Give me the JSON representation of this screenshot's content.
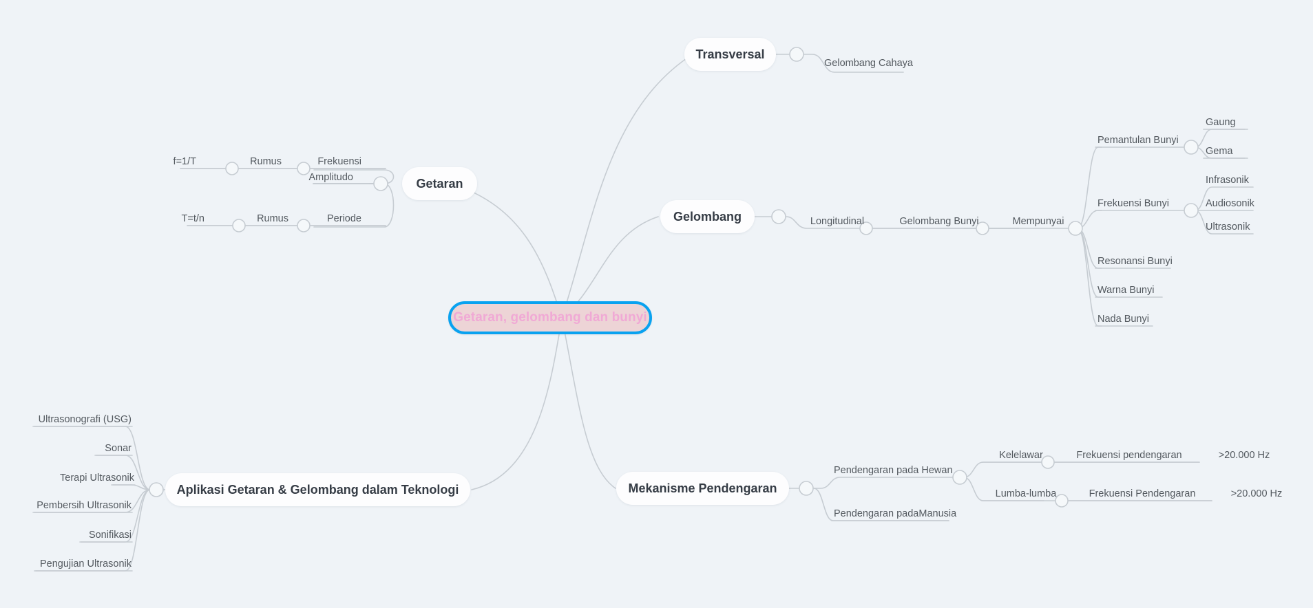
{
  "app": {
    "kind": "mind-map",
    "background_color": "#eff3f7",
    "node_fill": "#fdfdfe",
    "node_text_color": "#353c45",
    "leaf_text_color": "#53595f",
    "link_color": "#c6ccd2",
    "selection_color": "#09a2f0",
    "root_fill": "#edd4d6",
    "root_text_color": "#f0a9d5"
  },
  "root": {
    "label": "Getaran, gelombang dan bunyi",
    "selected": true
  },
  "branches": {
    "transversal": {
      "label": "Transversal",
      "children": [
        {
          "label": "Gelombang Cahaya"
        }
      ]
    },
    "getaran": {
      "label": "Getaran",
      "children": [
        {
          "label": "Frekuensi",
          "children": [
            {
              "label": "Rumus",
              "children": [
                {
                  "label": "f=1/T"
                }
              ]
            }
          ]
        },
        {
          "label": "Amplitudo"
        },
        {
          "label": "Periode",
          "children": [
            {
              "label": "Rumus",
              "children": [
                {
                  "label": "T=t/n"
                }
              ]
            }
          ]
        }
      ]
    },
    "gelombang": {
      "label": "Gelombang",
      "children": [
        {
          "label": "Longitudinal",
          "children": [
            {
              "label": "Gelombang Bunyi",
              "children": [
                {
                  "label": "Mempunyai",
                  "children": [
                    {
                      "label": "Pemantulan Bunyi",
                      "children": [
                        {
                          "label": "Gaung"
                        },
                        {
                          "label": "Gema"
                        }
                      ]
                    },
                    {
                      "label": "Frekuensi Bunyi",
                      "children": [
                        {
                          "label": "Infrasonik"
                        },
                        {
                          "label": "Audiosonik"
                        },
                        {
                          "label": "Ultrasonik"
                        }
                      ]
                    },
                    {
                      "label": "Resonansi Bunyi"
                    },
                    {
                      "label": "Warna Bunyi"
                    },
                    {
                      "label": "Nada Bunyi"
                    }
                  ]
                }
              ]
            }
          ]
        }
      ]
    },
    "aplikasi": {
      "label": "Aplikasi Getaran & Gelombang dalam Teknologi",
      "children": [
        {
          "label": "Ultrasonografi (USG)"
        },
        {
          "label": "Sonar"
        },
        {
          "label": "Terapi Ultrasonik"
        },
        {
          "label": "Pembersih Ultrasonik"
        },
        {
          "label": "Sonifikasi"
        },
        {
          "label": "Pengujian Ultrasonik"
        }
      ]
    },
    "mekanisme": {
      "label": "Mekanisme Pendengaran",
      "children": [
        {
          "label": "Pendengaran pada Hewan",
          "children": [
            {
              "label": "Kelelawar",
              "children": [
                {
                  "label": "Frekuensi pendengaran",
                  "children": [
                    {
                      "label": ">20.000 Hz"
                    }
                  ]
                }
              ]
            },
            {
              "label": "Lumba-lumba",
              "children": [
                {
                  "label": "Frekuensi Pendengaran",
                  "children": [
                    {
                      "label": ">20.000 Hz"
                    }
                  ]
                }
              ]
            }
          ]
        },
        {
          "label": "Pendengaran padaManusia"
        }
      ]
    }
  }
}
